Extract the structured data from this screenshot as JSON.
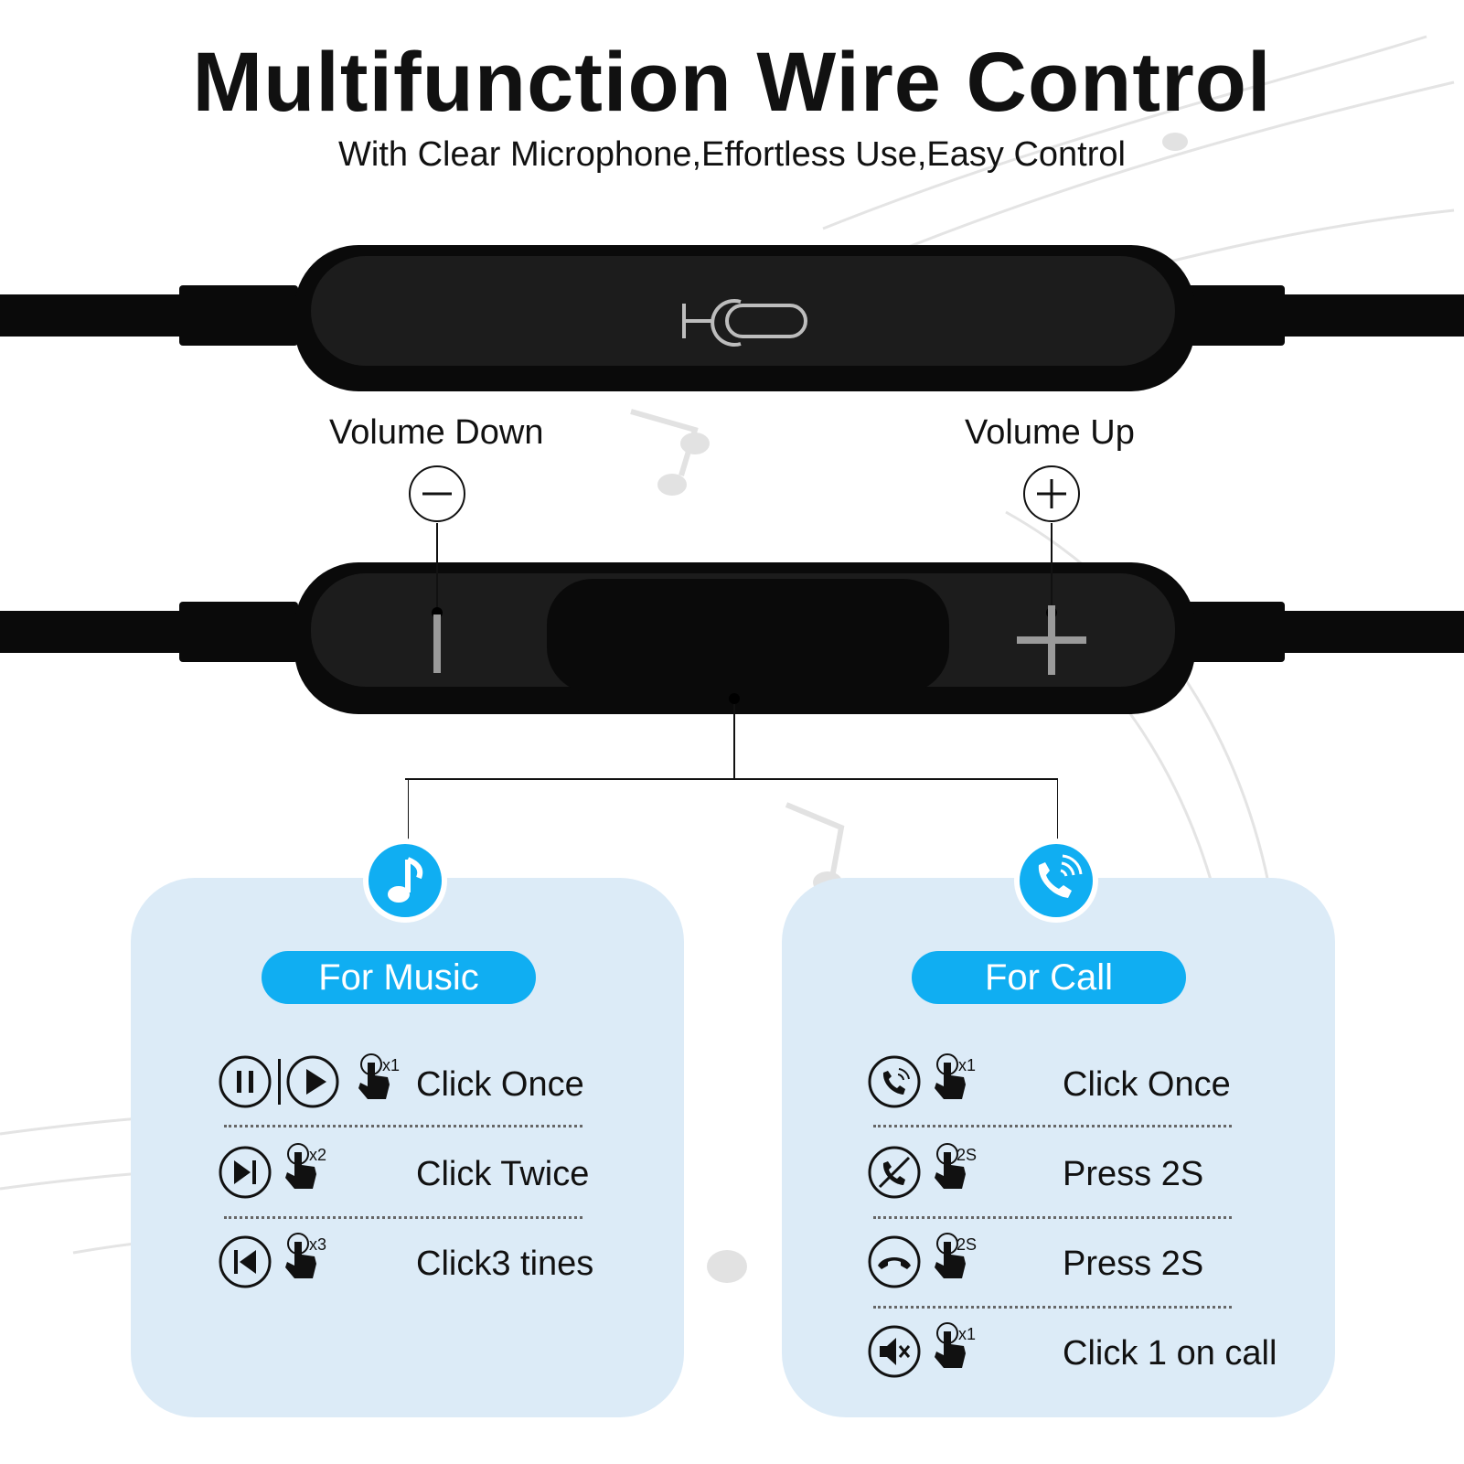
{
  "header": {
    "title": "Multifunction Wire Control",
    "subtitle": "With Clear Microphone,Effortless Use,Easy Control"
  },
  "controller": {
    "logo_icon": "hc-logo-icon",
    "volume_down_label": "Volume Down",
    "volume_up_label": "Volume Up"
  },
  "colors": {
    "accent": "#10aef2",
    "panel": "#dcebf7",
    "device": "#0a0a0a"
  },
  "music": {
    "badge_icon": "music-note-icon",
    "heading": "For Music",
    "rows": [
      {
        "icons": [
          "pause-icon",
          "play-icon",
          "tap-icon"
        ],
        "count": "x1",
        "label": "Click Once"
      },
      {
        "icons": [
          "next-track-icon",
          "tap-icon"
        ],
        "count": "x2",
        "label": "Click Twice"
      },
      {
        "icons": [
          "previous-track-icon",
          "tap-icon"
        ],
        "count": "x3",
        "label": "Click3 tines"
      }
    ]
  },
  "call": {
    "badge_icon": "phone-call-icon",
    "heading": "For Call",
    "rows": [
      {
        "icons": [
          "answer-call-icon",
          "tap-icon"
        ],
        "count": "x1",
        "label": "Click Once"
      },
      {
        "icons": [
          "reject-call-icon",
          "tap-icon"
        ],
        "count": "2S",
        "label": "Press 2S"
      },
      {
        "icons": [
          "hang-up-icon",
          "tap-icon"
        ],
        "count": "2S",
        "label": "Press 2S"
      },
      {
        "icons": [
          "mute-icon",
          "tap-icon"
        ],
        "count": "x1",
        "label": "Click 1 on call"
      }
    ]
  }
}
